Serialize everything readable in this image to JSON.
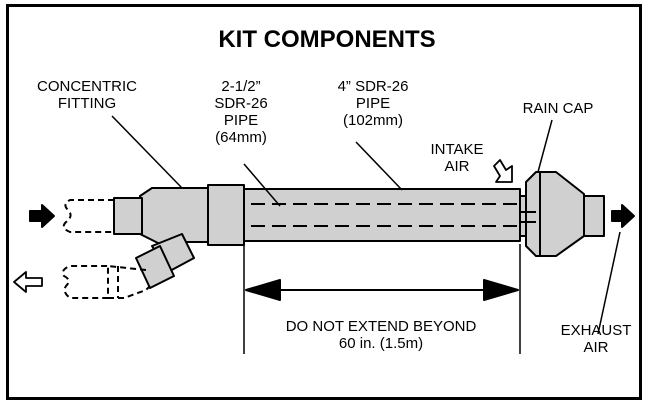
{
  "title": "KIT COMPONENTS",
  "labels": {
    "concentric_fitting": [
      "CONCENTRIC",
      "FITTING"
    ],
    "pipe_small": [
      "2-1/2”",
      "SDR-26",
      "PIPE",
      "(64mm)"
    ],
    "pipe_large": [
      "4” SDR-26",
      "PIPE",
      "(102mm)"
    ],
    "rain_cap": "RAIN CAP",
    "intake_air": [
      "INTAKE",
      "AIR"
    ],
    "exhaust_air": [
      "EXHAUST",
      "AIR"
    ],
    "dimension": [
      "DO NOT EXTEND BEYOND",
      "60 in. (1.5m)"
    ]
  },
  "colors": {
    "pipe_fill": "#d0d0d0",
    "outline": "#000000",
    "background": "#ffffff"
  }
}
